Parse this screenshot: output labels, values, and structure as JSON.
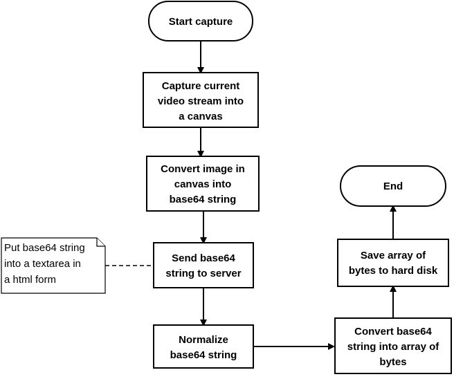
{
  "nodes": {
    "start": {
      "type": "terminator",
      "lines": [
        "Start capture"
      ]
    },
    "capture": {
      "type": "process",
      "lines": [
        "Capture current",
        "video stream into",
        "a canvas"
      ]
    },
    "convert_image": {
      "type": "process",
      "lines": [
        "Convert image in",
        "canvas into",
        "base64 string"
      ]
    },
    "send": {
      "type": "process",
      "lines": [
        "Send base64",
        "string to server"
      ]
    },
    "normalize": {
      "type": "process",
      "lines": [
        "Normalize",
        "base64 string"
      ]
    },
    "convert_bytes": {
      "type": "process",
      "lines": [
        "Convert base64",
        "string into array of",
        "bytes"
      ]
    },
    "save": {
      "type": "process",
      "lines": [
        "Save array of",
        "bytes to hard disk"
      ]
    },
    "end": {
      "type": "terminator",
      "lines": [
        "End"
      ]
    }
  },
  "note": {
    "lines": [
      "Put base64 string",
      "into a textarea in",
      "a html form"
    ],
    "attached_to": "send"
  },
  "edges": [
    {
      "from": "start",
      "to": "capture"
    },
    {
      "from": "capture",
      "to": "convert_image"
    },
    {
      "from": "convert_image",
      "to": "send"
    },
    {
      "from": "send",
      "to": "normalize"
    },
    {
      "from": "normalize",
      "to": "convert_bytes"
    },
    {
      "from": "convert_bytes",
      "to": "save"
    },
    {
      "from": "save",
      "to": "end"
    }
  ],
  "colors": {
    "stroke": "#000000",
    "fill": "#ffffff",
    "text": "#000000"
  }
}
